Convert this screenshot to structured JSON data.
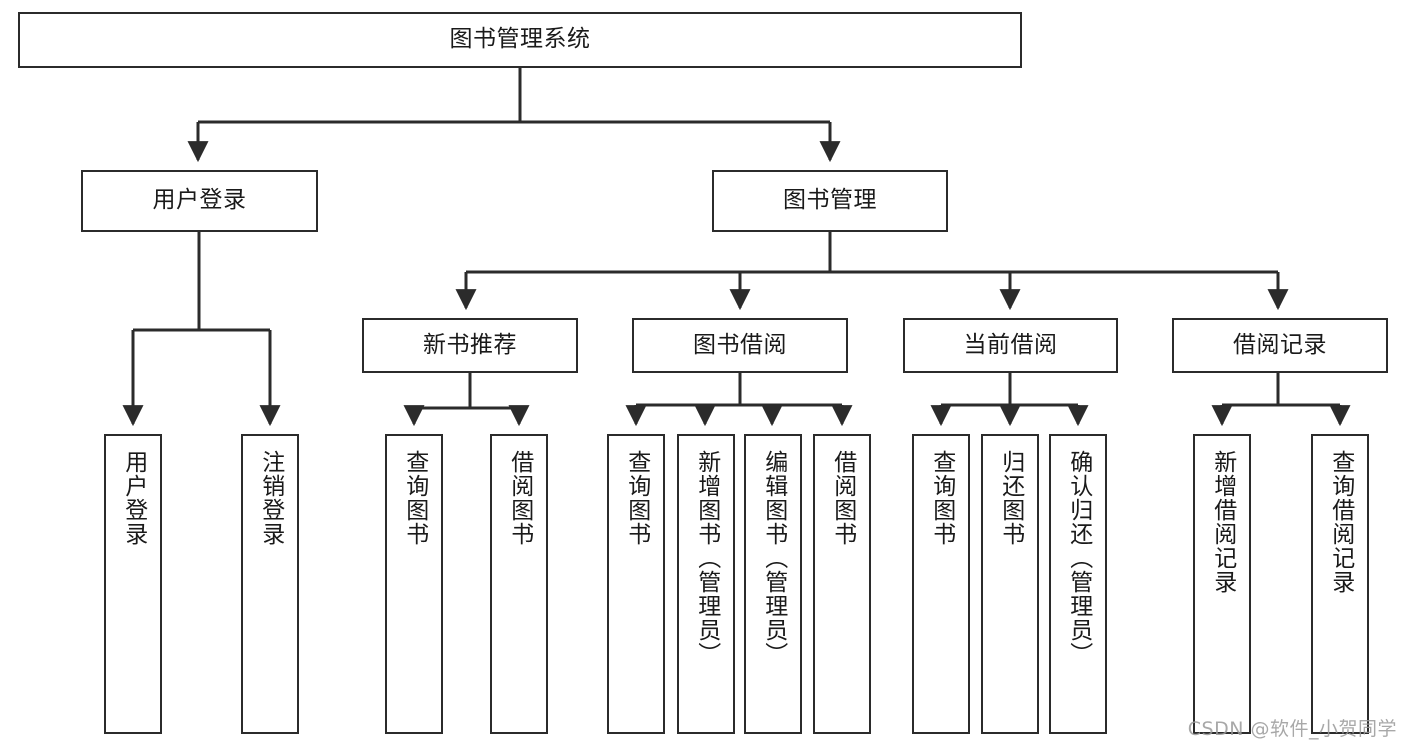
{
  "diagram": {
    "title": "图书管理系统",
    "watermark": "CSDN @软件_小贺同学",
    "colors": {
      "stroke": "#2b2b2b",
      "fill": "#ffffff",
      "text": "#1a1a1a",
      "watermark": "#9a9a9a"
    },
    "root": {
      "label": "图书管理系统"
    },
    "level2": [
      {
        "label": "用户登录"
      },
      {
        "label": "图书管理"
      }
    ],
    "level3": [
      {
        "label": "新书推荐"
      },
      {
        "label": "图书借阅"
      },
      {
        "label": "当前借阅"
      },
      {
        "label": "借阅记录"
      }
    ],
    "leaves": [
      {
        "label": "用户登录"
      },
      {
        "label": "注销登录"
      },
      {
        "label": "查询图书"
      },
      {
        "label": "借阅图书"
      },
      {
        "label": "查询图书"
      },
      {
        "label": "新增图书（管理员）"
      },
      {
        "label": "编辑图书（管理员）"
      },
      {
        "label": "借阅图书"
      },
      {
        "label": "查询图书"
      },
      {
        "label": "归还图书"
      },
      {
        "label": "确认归还（管理员）"
      },
      {
        "label": "新增借阅记录"
      },
      {
        "label": "查询借阅记录"
      }
    ]
  }
}
